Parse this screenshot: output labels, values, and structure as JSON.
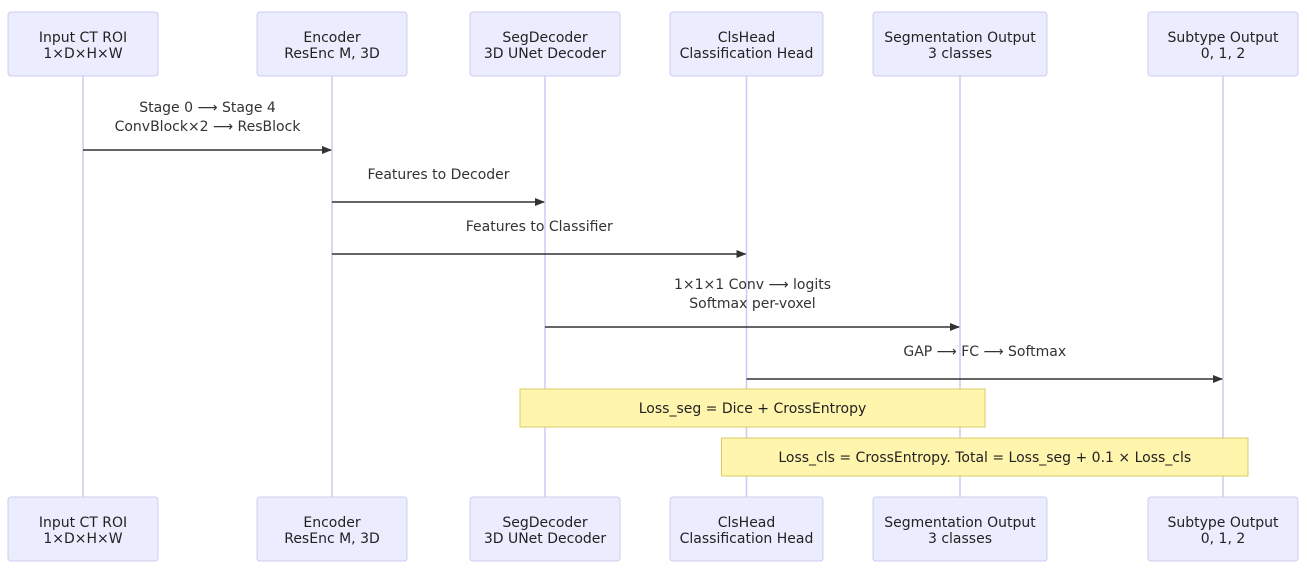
{
  "participants": [
    {
      "line1": "Input CT ROI",
      "line2": "1×D×H×W"
    },
    {
      "line1": "Encoder",
      "line2": "ResEnc M, 3D"
    },
    {
      "line1": "SegDecoder",
      "line2": "3D UNet Decoder"
    },
    {
      "line1": "ClsHead",
      "line2": "Classification Head"
    },
    {
      "line1": "Segmentation Output",
      "line2": "3 classes"
    },
    {
      "line1": "Subtype Output",
      "line2": "0, 1, 2"
    }
  ],
  "messages": [
    {
      "from": 0,
      "to": 1,
      "lines": [
        "Stage 0 ⟶ Stage 4",
        "ConvBlock×2 ⟶ ResBlock"
      ]
    },
    {
      "from": 1,
      "to": 2,
      "lines": [
        "Features to Decoder"
      ]
    },
    {
      "from": 1,
      "to": 3,
      "lines": [
        "Features to Classifier"
      ]
    },
    {
      "from": 2,
      "to": 4,
      "lines": [
        "1×1×1 Conv ⟶ logits",
        "Softmax per-voxel"
      ]
    },
    {
      "from": 3,
      "to": 5,
      "lines": [
        "GAP ⟶ FC ⟶ Softmax"
      ]
    }
  ],
  "notes": [
    {
      "over": [
        2,
        4
      ],
      "text": "Loss_seg = Dice + CrossEntropy"
    },
    {
      "over": [
        3,
        5
      ],
      "text": "Loss_cls = CrossEntropy. Total = Loss_seg + 0.1 × Loss_cls"
    }
  ]
}
